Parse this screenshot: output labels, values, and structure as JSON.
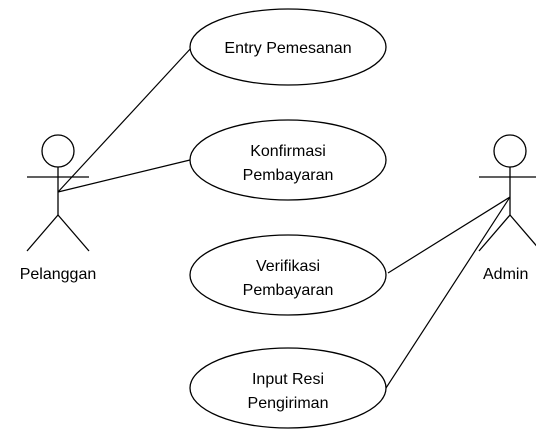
{
  "diagram": {
    "actors": [
      {
        "name": "Pelanggan"
      },
      {
        "name": "Admin"
      }
    ],
    "use_cases": [
      {
        "lines": [
          "Entry Pemesanan"
        ]
      },
      {
        "lines": [
          "Konfirmasi",
          "Pembayaran"
        ]
      },
      {
        "lines": [
          "Verifikasi",
          "Pembayaran"
        ]
      },
      {
        "lines": [
          "Input Resi",
          "Pengiriman"
        ]
      }
    ],
    "associations": [
      {
        "actor": "Pelanggan",
        "use_case": "Entry Pemesanan"
      },
      {
        "actor": "Pelanggan",
        "use_case": "Konfirmasi Pembayaran"
      },
      {
        "actor": "Admin",
        "use_case": "Verifikasi Pembayaran"
      },
      {
        "actor": "Admin",
        "use_case": "Input Resi Pengiriman"
      }
    ]
  }
}
